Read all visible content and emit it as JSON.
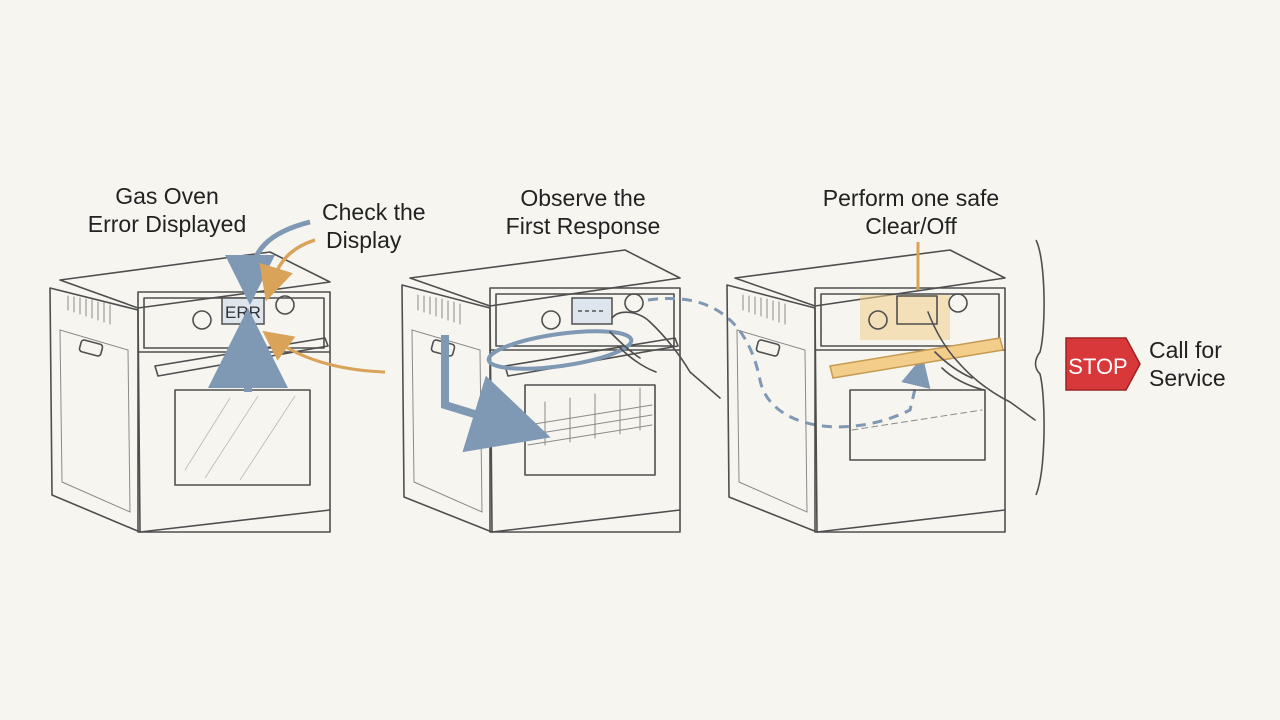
{
  "steps": [
    {
      "line1": "Gas Oven",
      "line2": "Error Displayed"
    },
    {
      "line1": "Check the",
      "line2": "Display"
    },
    {
      "line1": "Observe the",
      "line2": "First Response"
    },
    {
      "line1": "Perform one safe",
      "line2": "Clear/Off"
    },
    {
      "line1": "Call for",
      "line2": "Service"
    }
  ],
  "oven_display_text": "ERR",
  "stop_sign_text": "STOP",
  "colors": {
    "background": "#f6f5f0",
    "sketch": "#4f4f4f",
    "blue_arrow": "#7f98b4",
    "orange_arrow": "#d9a35a",
    "highlight": "#f3cd8a",
    "stop_red": "#d9383a"
  }
}
